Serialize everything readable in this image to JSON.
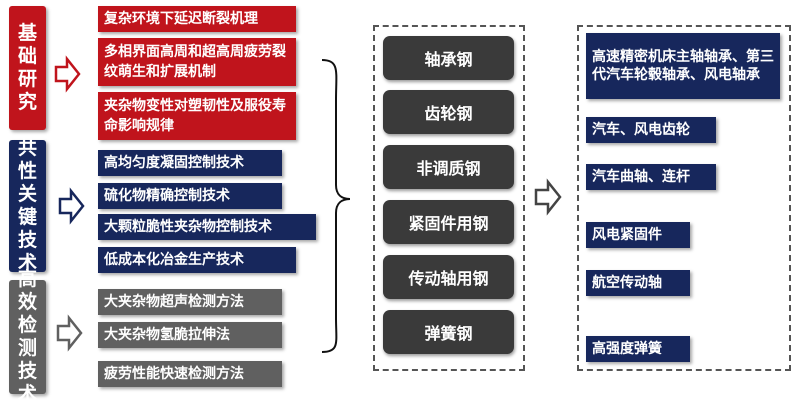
{
  "colors": {
    "red": "#c0141c",
    "navy": "#17275c",
    "gray": "#606060",
    "steel": "#3a3a3a"
  },
  "categories": [
    {
      "label": "基础研究",
      "items": [
        "复杂环境下延迟断裂机理",
        "多相界面高周和超高周疲劳裂纹萌生和扩展机制",
        "夹杂物变性对塑韧性及服役寿命影响规律"
      ]
    },
    {
      "label": "共性关键技术",
      "items": [
        "高均匀度凝固控制技术",
        "硫化物精确控制技术",
        "大颗粒脆性夹杂物控制技术",
        "低成本化冶金生产技术"
      ]
    },
    {
      "label": "高效检测技术",
      "items": [
        "大夹杂物超声检测方法",
        "大夹杂物氢脆拉伸法",
        "疲劳性能快速检测方法"
      ]
    }
  ],
  "steels": [
    "轴承钢",
    "齿轮钢",
    "非调质钢",
    "紧固件用钢",
    "传动轴用钢",
    "弹簧钢"
  ],
  "applications": [
    "高速精密机床主轴轴承、第三代汽车轮毂轴承、风电轴承",
    "汽车、风电齿轮",
    "汽车曲轴、连杆",
    "风电紧固件",
    "航空传动轴",
    "高强度弹簧"
  ]
}
